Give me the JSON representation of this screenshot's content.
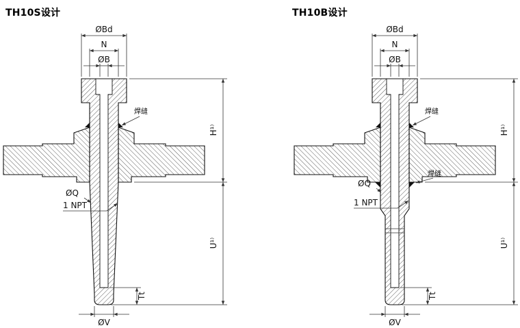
{
  "colors": {
    "background": "#ffffff",
    "line": "#333333",
    "part_outline": "#111111"
  },
  "diagrams": [
    {
      "id": "th10s",
      "title": "TH10S设计",
      "dims": {
        "bd": "ØBd",
        "n": "N",
        "b": "ØB",
        "h": "H¹⁾",
        "u": "U¹⁾",
        "q": "ØQ",
        "npt": "1 NPT",
        "tt": "Tt",
        "v": "ØV"
      },
      "annotations": {
        "weld_top": "焊缝"
      }
    },
    {
      "id": "th10b",
      "title": "TH10B设计",
      "dims": {
        "bd": "ØBd",
        "n": "N",
        "b": "ØB",
        "h": "H¹⁾",
        "u": "U¹⁾",
        "q": "ØQ",
        "npt": "1 NPT",
        "tt": "Tt",
        "v": "ØV"
      },
      "annotations": {
        "weld_top": "焊缝",
        "weld_bottom": "焊缝"
      }
    }
  ]
}
